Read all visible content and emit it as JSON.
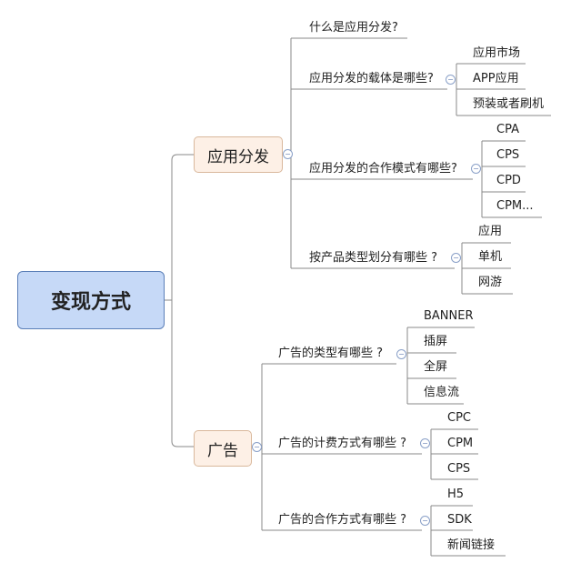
{
  "root": {
    "label": "变现方式"
  },
  "branches": [
    {
      "label": "应用分发",
      "children": [
        {
          "label": "什么是应用分发?",
          "children": []
        },
        {
          "label": "应用分发的载体是哪些?",
          "children": [
            "应用市场",
            "APP应用",
            "预装或者刷机"
          ]
        },
        {
          "label": "应用分发的合作模式有哪些?",
          "children": [
            "CPA",
            "CPS",
            "CPD",
            "CPM..."
          ]
        },
        {
          "label": "按产品类型划分有哪些 ?",
          "children": [
            "应用",
            "单机",
            "网游"
          ]
        }
      ]
    },
    {
      "label": "广告",
      "children": [
        {
          "label": "广告的类型有哪些 ?",
          "children": [
            "BANNER",
            "插屏",
            "全屏",
            "信息流"
          ]
        },
        {
          "label": "广告的计费方式有哪些 ?",
          "children": [
            "CPC",
            "CPM",
            "CPS"
          ]
        },
        {
          "label": "广告的合作方式有哪些 ?",
          "children": [
            "H5",
            "SDK",
            "新闻链接"
          ]
        }
      ]
    }
  ],
  "colors": {
    "root_fill": "#c6d9f7",
    "branch_fill": "#fdf0e6",
    "line": "#888888"
  }
}
